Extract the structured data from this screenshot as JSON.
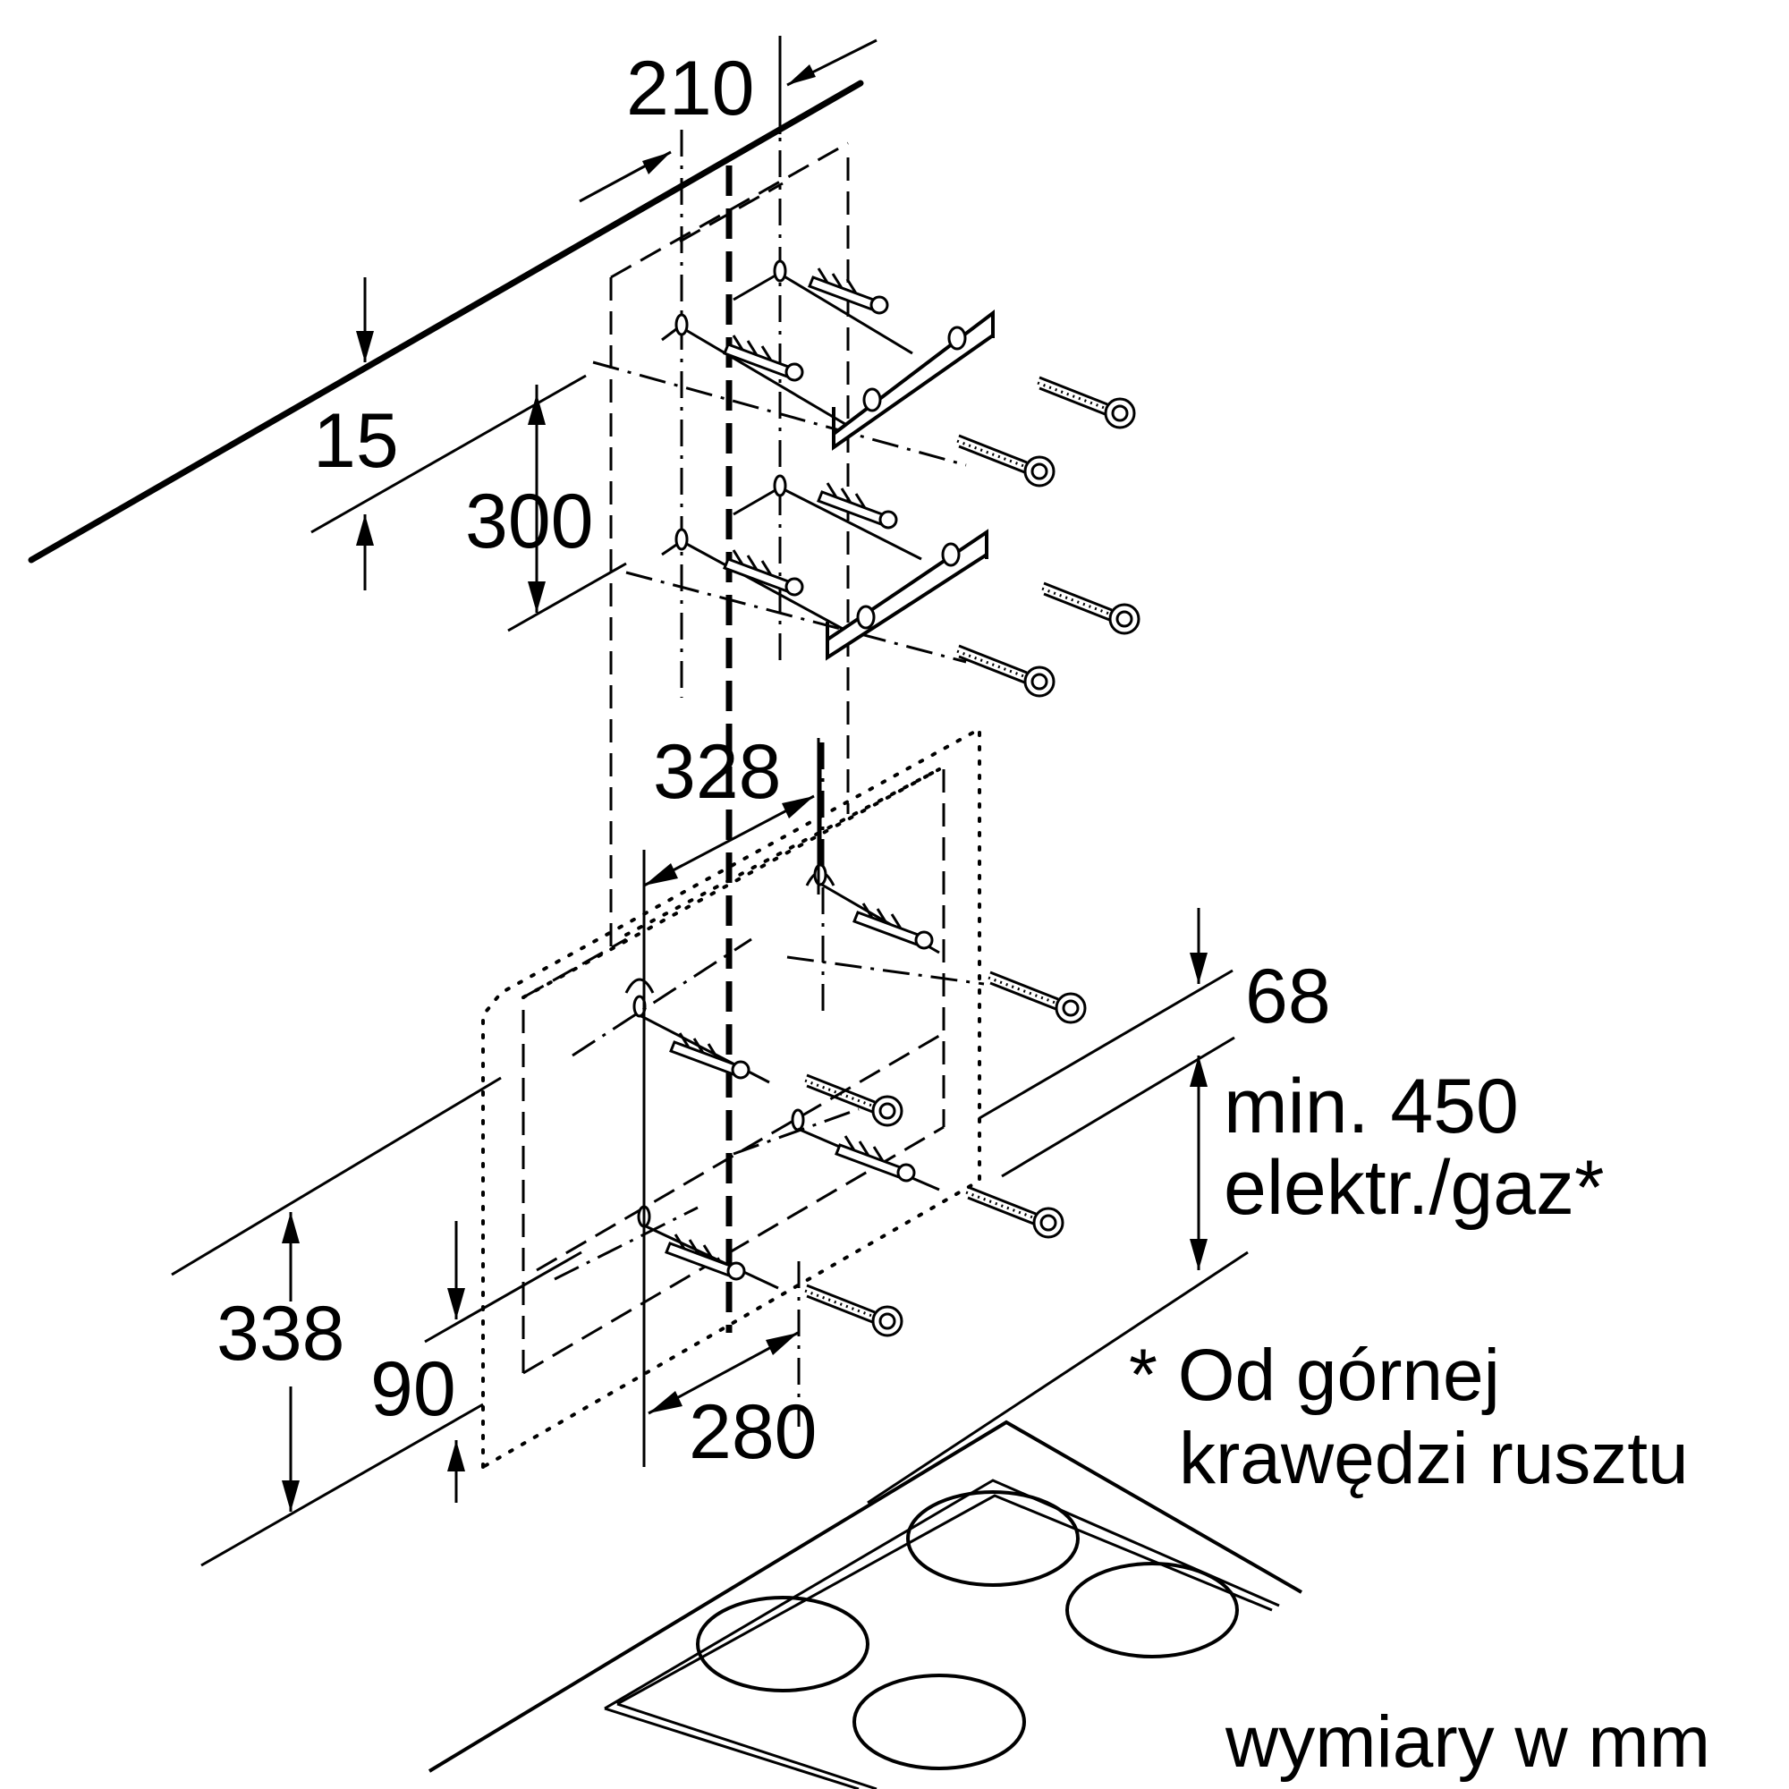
{
  "dimensions": {
    "top_width": "210",
    "top_offset": "15",
    "rail_spacing": "300",
    "chimney_depth": "328",
    "lower_offset": "68",
    "min_height_line1": "min. 450",
    "min_height_line2": "elektr./gaz*",
    "hood_height": "338",
    "lower_rail_offset": "90",
    "lower_width": "280"
  },
  "notes": {
    "footnote_line1": "* Od górnej",
    "footnote_line2": "krawędzi rusztu",
    "units": "wymiary w mm"
  },
  "icons": {
    "screw": "screw-icon",
    "wall_plug": "wall-plug-icon",
    "bracket": "mounting-bracket-icon",
    "hob": "hob-icon"
  }
}
